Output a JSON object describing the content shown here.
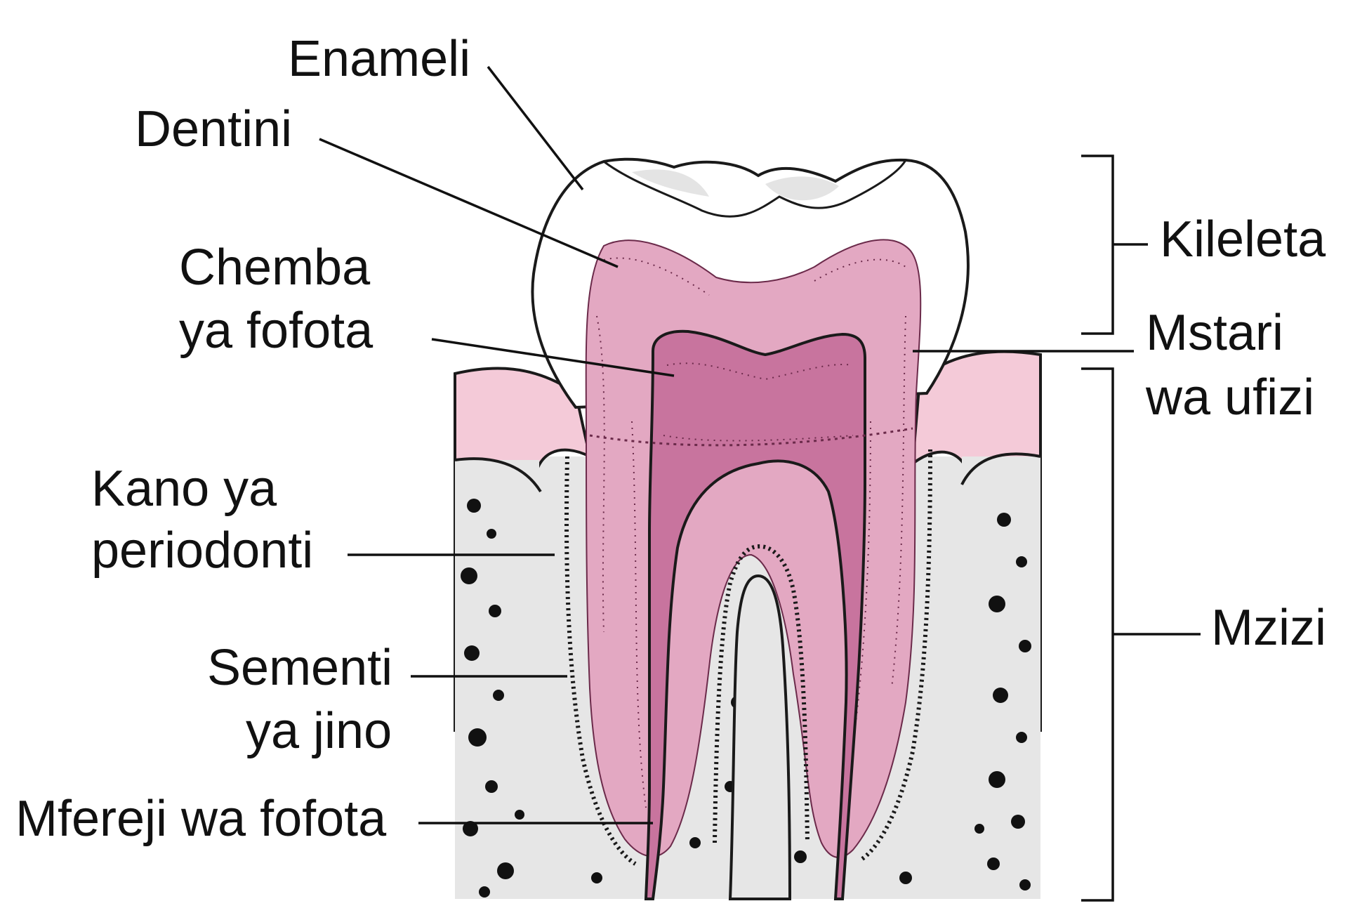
{
  "labels": {
    "enamel": "Enameli",
    "dentin": "Dentini",
    "pulp_chamber_line1": "Chemba",
    "pulp_chamber_line2": "ya fofota",
    "crown": "Kileleta",
    "gum_line_line1": "Mstari",
    "gum_line_line2": "wa ufizi",
    "periodontal_ligament_line1": "Kano ya",
    "periodontal_ligament_line2": "periodonti",
    "cementum_line1": "Sementi",
    "cementum_line2": "ya jino",
    "root": "Mzizi",
    "root_canal": "Mfereji wa fofota"
  },
  "colors": {
    "gum": "#f4cad8",
    "dentin": "#e3a8c2",
    "pulp": "#c8749e",
    "bone": "#e6e6e6",
    "enamel": "#ffffff",
    "outline": "#1a1a1a"
  }
}
